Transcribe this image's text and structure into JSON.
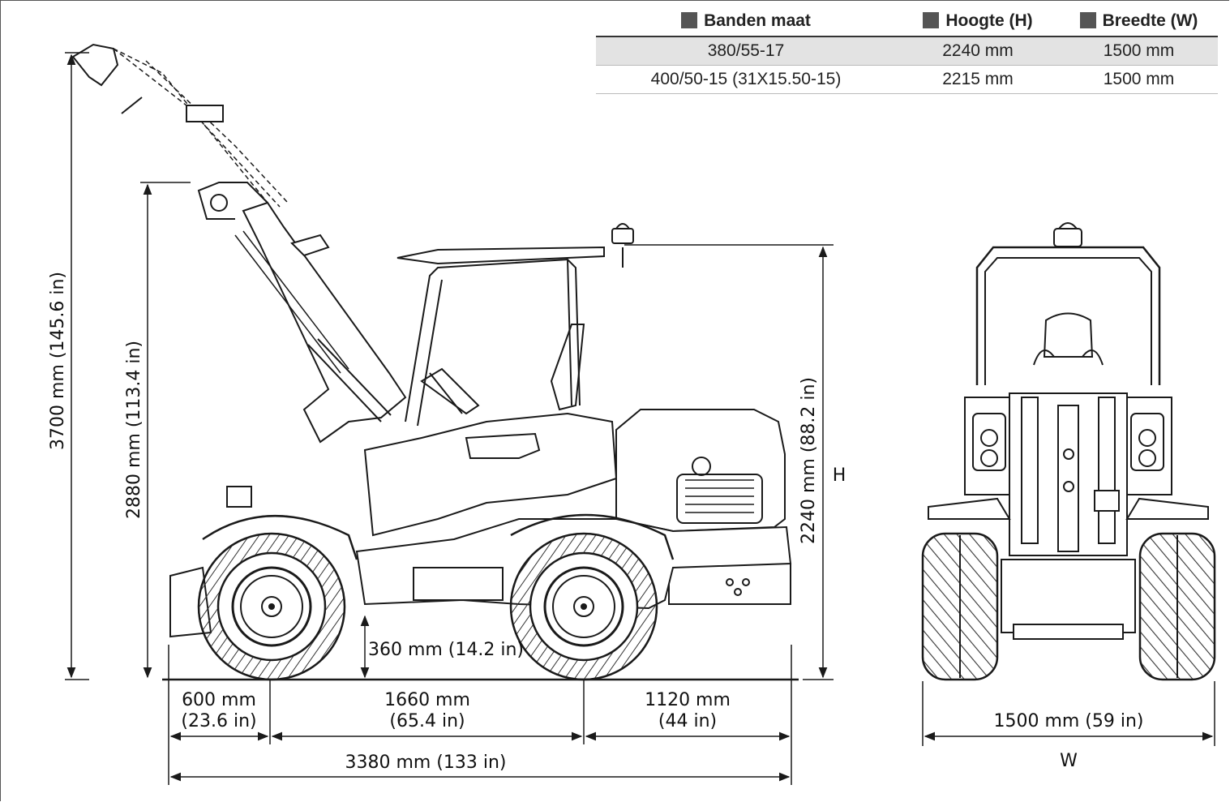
{
  "table": {
    "headers": [
      "Banden maat",
      "Hoogte (H)",
      "Breedte (W)"
    ],
    "rows": [
      [
        "380/55-17",
        "2240 mm",
        "1500 mm"
      ],
      [
        "400/50-15 (31X15.50-15)",
        "2215 mm",
        "1500 mm"
      ]
    ]
  },
  "dimensions": {
    "max_lift_height": "3700 mm (145.6 in)",
    "pivot_height": "2880 mm (113.4 in)",
    "overall_height": "2240 mm (88.2 in)",
    "height_symbol": "H",
    "ground_clearance": "360 mm (14.2 in)",
    "front_overhang_line1": "600 mm",
    "front_overhang_line2": "(23.6 in)",
    "wheelbase_line1": "1660 mm",
    "wheelbase_line2": "(65.4 in)",
    "rear_overhang_line1": "1120 mm",
    "rear_overhang_line2": "(44 in)",
    "overall_length": "3380 mm (133 in)",
    "width": "1500 mm (59 in)",
    "width_symbol": "W"
  },
  "colors": {
    "line": "#1a1a1a",
    "header_square": "#555555",
    "row_highlight": "#e3e3e3"
  }
}
